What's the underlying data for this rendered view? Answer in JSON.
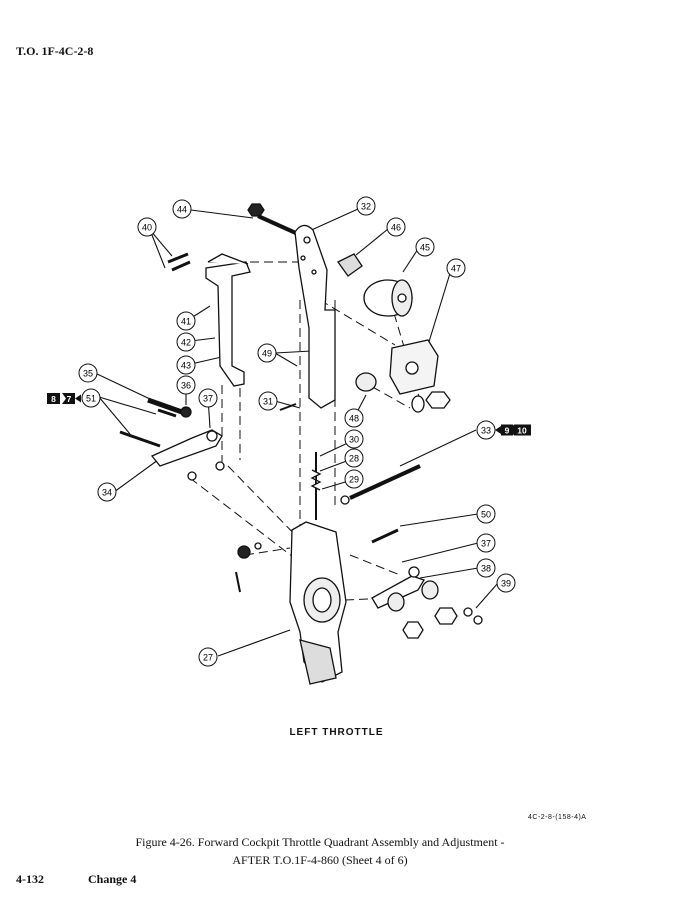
{
  "header": {
    "doc_id": "T.O. 1F-4C-2-8"
  },
  "figure": {
    "section_caption": "LEFT THROTTLE",
    "art_code": "4C-2-8-(158-4)A",
    "caption_line1": "Figure 4-26. Forward Cockpit Throttle Quadrant Assembly and Adjustment -",
    "caption_line2": "AFTER  T.O.1F-4-860 (Sheet 4 of 6)"
  },
  "callouts": [
    "27",
    "28",
    "29",
    "30",
    "31",
    "32",
    "33",
    "34",
    "35",
    "36",
    "37",
    "37",
    "38",
    "39",
    "40",
    "41",
    "42",
    "43",
    "44",
    "45",
    "46",
    "47",
    "48",
    "49",
    "50",
    "51"
  ],
  "step_badges": {
    "group_51": [
      "8",
      "7"
    ],
    "group_33": [
      "9",
      "10"
    ]
  },
  "footer": {
    "page": "4-132",
    "change": "Change 4"
  }
}
